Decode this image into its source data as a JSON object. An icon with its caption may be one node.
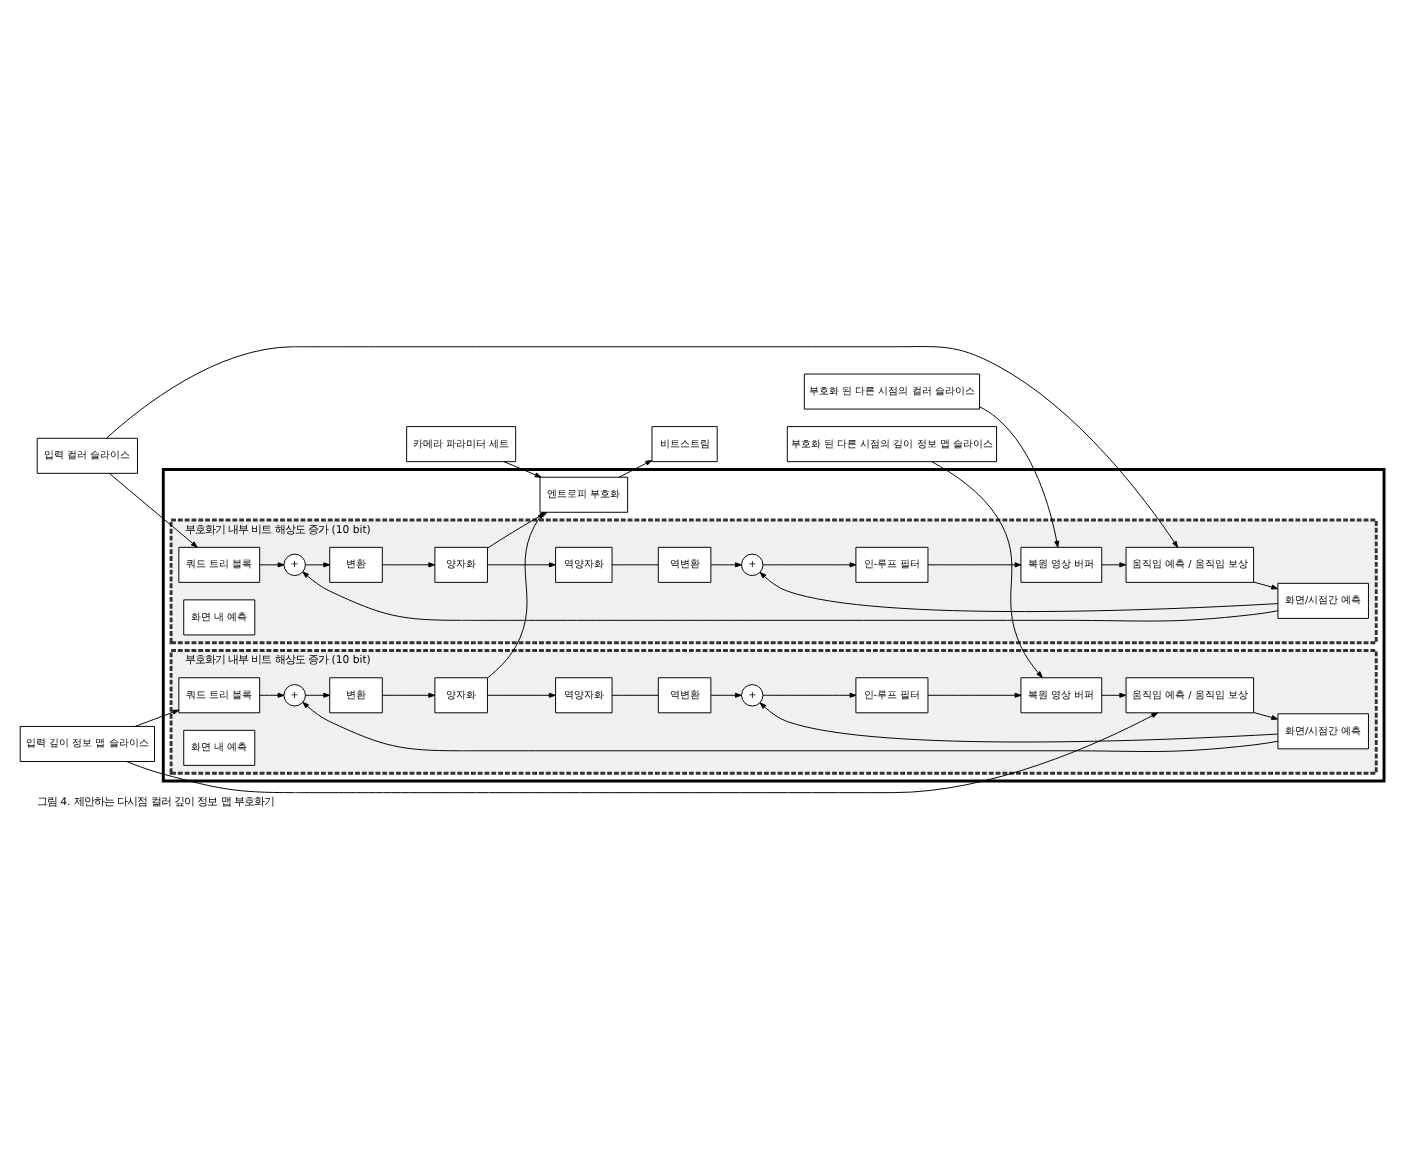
{
  "diagram": {
    "caption": "그림 4. 제안하는 다시점 컬러 깊이 정보 맵 부호화기",
    "nodes": [
      {
        "text": [],
        "shape": "box"
      },
      {
        "text": [
          "입력 컬러 슬라이스"
        ]
      },
      {
        "text": [
          "부호화기 내부 비트 해상도 증가 (10 bit)"
        ],
        "in": 0
      },
      {
        "text": [
          "쿼드 트리 블록"
        ],
        "in": 2
      },
      {
        "text": [
          "+"
        ],
        "in": 2
      },
      {
        "text": [
          "변환"
        ],
        "in": 2
      },
      {
        "text": [
          "양자화"
        ],
        "in": 2
      },
      {
        "text": [
          "역양자화"
        ],
        "in": 2
      },
      {
        "text": [
          "역변환"
        ],
        "in": 2
      },
      {
        "text": [
          "+"
        ],
        "in": 2
      },
      {
        "text": [
          "화면 내 예측"
        ],
        "in": 2
      },
      {
        "text": [
          "화면/시점간 예측"
        ],
        "in": 2
      },
      {
        "text": [
          "인-루프 필터"
        ],
        "in": 2
      },
      {
        "text": [
          "복원 영상 버퍼"
        ],
        "in": 2
      },
      {
        "text": [
          "움직임 예측 / 움직임 보상"
        ],
        "in": 2
      },
      {
        "text": [
          "엔트로피 부호화"
        ],
        "in": 0
      },
      {
        "text": [
          "비트스트림"
        ]
      },
      {
        "text": [
          "부호화 된 다른 시점의 컬러 슬라이스"
        ]
      },
      {
        "text": [
          "입력 깊이 정보 맵 슬라이스"
        ]
      },
      {
        "text": [
          "부호화기 내부 비트 해상도 증가 (10 bit)"
        ],
        "in": 0
      },
      {
        "text": [
          "쿼드 트리 블록"
        ],
        "in": 19
      },
      {
        "text": [
          "+"
        ],
        "in": 19
      },
      {
        "text": [
          "변환"
        ],
        "in": 19
      },
      {
        "text": [
          "양자화"
        ],
        "in": 19
      },
      {
        "text": [
          "역양자화"
        ],
        "in": 19
      },
      {
        "text": [
          "역변환"
        ],
        "in": 19
      },
      {
        "text": [
          "+"
        ],
        "in": 19
      },
      {
        "text": [
          "화면 내 예측"
        ],
        "in": 19
      },
      {
        "text": [
          "화면/시점간 예측"
        ],
        "in": 19
      },
      {
        "text": [
          "인-루프 필터"
        ],
        "in": 19
      },
      {
        "text": [
          "복원 영상 버퍼"
        ],
        "in": 19
      },
      {
        "text": [
          "움직임 예측 / 움직임 보상"
        ],
        "in": 19
      },
      {
        "text": [
          "부호화 된 다른 시점의 깊이 정보 맵 슬라이스"
        ]
      },
      {
        "text": [
          "카메라 파라미터 세트"
        ]
      }
    ],
    "edges": [
      {
        "from": 1,
        "to": 3,
        "arrow": "to"
      },
      {
        "from": 1,
        "to": 14,
        "arrow": "to"
      },
      {
        "from": 3,
        "to": 4,
        "arrow": "to"
      },
      {
        "from": 4,
        "to": 5,
        "arrow": "to"
      },
      {
        "from": 5,
        "to": 6,
        "arrow": "to"
      },
      {
        "from": 6,
        "to": 15,
        "arrow": "to"
      },
      {
        "from": 6,
        "to": 7,
        "arrow": "to"
      },
      {
        "from": 7,
        "to": 8,
        "arrow": "none"
      },
      {
        "from": 8,
        "to": 9,
        "arrow": "to"
      },
      {
        "from": 9,
        "to": 12,
        "arrow": "to"
      },
      {
        "from": 12,
        "to": 13,
        "arrow": "to"
      },
      {
        "from": 13,
        "to": 14,
        "arrow": "to"
      },
      {
        "from": 14,
        "to": 11,
        "arrow": "to"
      },
      {
        "from": 11,
        "to": 4,
        "arrow": "to"
      },
      {
        "from": 11,
        "to": 9,
        "arrow": "to"
      },
      {
        "from": 17,
        "to": 13,
        "arrow": "to"
      },
      {
        "from": 15,
        "to": 16,
        "arrow": "to"
      },
      {
        "from": 18,
        "to": 20,
        "arrow": "to"
      },
      {
        "from": 18,
        "to": 31,
        "arrow": "to"
      },
      {
        "from": 20,
        "to": 21,
        "arrow": "to"
      },
      {
        "from": 21,
        "to": 22,
        "arrow": "to"
      },
      {
        "from": 22,
        "to": 23,
        "arrow": "to"
      },
      {
        "from": 23,
        "to": 15,
        "arrow": "to"
      },
      {
        "from": 23,
        "to": 24,
        "arrow": "to"
      },
      {
        "from": 24,
        "to": 25,
        "arrow": "none"
      },
      {
        "from": 25,
        "to": 26,
        "arrow": "to"
      },
      {
        "from": 26,
        "to": 29,
        "arrow": "to"
      },
      {
        "from": 29,
        "to": 30,
        "arrow": "to"
      },
      {
        "from": 30,
        "to": 31,
        "arrow": "to"
      },
      {
        "from": 31,
        "to": 28,
        "arrow": "to"
      },
      {
        "from": 28,
        "to": 21,
        "arrow": "to"
      },
      {
        "from": 28,
        "to": 26,
        "arrow": "to"
      },
      {
        "from": 32,
        "to": 30,
        "arrow": "to"
      },
      {
        "from": 33,
        "to": 15,
        "arrow": "to"
      }
    ]
  }
}
